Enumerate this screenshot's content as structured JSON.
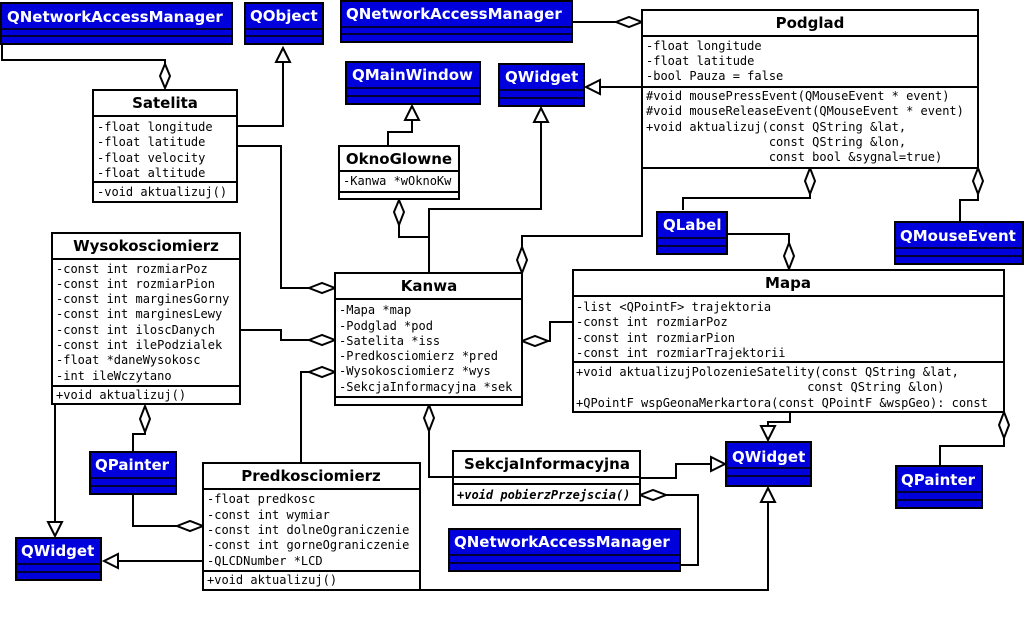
{
  "classes": {
    "podglad": {
      "name": "Podglad",
      "attributes": [
        "-float longitude",
        "-float latitude",
        "-bool Pauza = false"
      ],
      "methods": [
        "#void mousePressEvent(QMouseEvent * event)",
        "#void mouseReleaseEvent(QMouseEvent * event)",
        "+void aktualizuj(const QString &lat,",
        "                 const QString &lon,",
        "                 const bool &sygnal=true)"
      ]
    },
    "satelita": {
      "name": "Satelita",
      "attributes": [
        "-float longitude",
        "-float latitude",
        "-float velocity",
        "-float altitude"
      ],
      "methods": [
        "-void aktualizuj()"
      ]
    },
    "oknoglowne": {
      "name": "OknoGlowne",
      "attributes": [
        "-Kanwa *wOknoKw"
      ],
      "methods": []
    },
    "wysokosciomierz": {
      "name": "Wysokosciomierz",
      "attributes": [
        "-const int rozmiarPoz",
        "-const int rozmiarPion",
        "-const int marginesGorny",
        "-const int marginesLewy",
        "-const int iloscDanych",
        "-const int ilePodzialek",
        "-float *daneWysokosc",
        "-int ileWczytano"
      ],
      "methods": [
        "+void aktualizuj()"
      ]
    },
    "kanwa": {
      "name": "Kanwa",
      "attributes": [
        "-Mapa *map",
        "-Podglad *pod",
        "-Satelita *iss",
        "-Predkosciomierz *pred",
        "-Wysokosciomierz *wys",
        "-SekcjaInformacyjna *sek"
      ],
      "methods": []
    },
    "mapa": {
      "name": "Mapa",
      "attributes": [
        "-list <QPointF> trajektoria",
        "-const int rozmiarPoz",
        "-const int rozmiarPion",
        "-const int rozmiarTrajektorii"
      ],
      "methods": [
        "+void aktualizujPolozenieSatelity(const QString &lat,",
        "                                const QString &lon)",
        "+QPointF wspGeonaMerkartora(const QPointF &wspGeo): const"
      ]
    },
    "predkosciomierz": {
      "name": "Predkosciomierz",
      "attributes": [
        "-float predkosc",
        "-const int wymiar",
        "-const int dolneOgraniczenie",
        "-const int gorneOgraniczenie",
        "-QLCDNumber *LCD"
      ],
      "methods": [
        "+void aktualizuj()"
      ]
    },
    "sekcja": {
      "name": "SekcjaInformacyjna",
      "attributes": [],
      "methods": [
        "+void pobierzPrzejscia()"
      ]
    }
  },
  "qt": {
    "qnam1": "QNetworkAccessManager",
    "qobject": "QObject",
    "qnam2": "QNetworkAccessManager",
    "qmainwindow": "QMainWindow",
    "qwidget1": "QWidget",
    "qlabel": "QLabel",
    "qmouseevent": "QMouseEvent",
    "qpainter1": "QPainter",
    "qwidget2": "QWidget",
    "qpainter2": "QPainter",
    "qwidget3": "QWidget",
    "qnam3": "QNetworkAccessManager"
  },
  "colors": {
    "qt_fill": "#0000dd",
    "qt_text": "#ffffff",
    "line": "#000000"
  }
}
